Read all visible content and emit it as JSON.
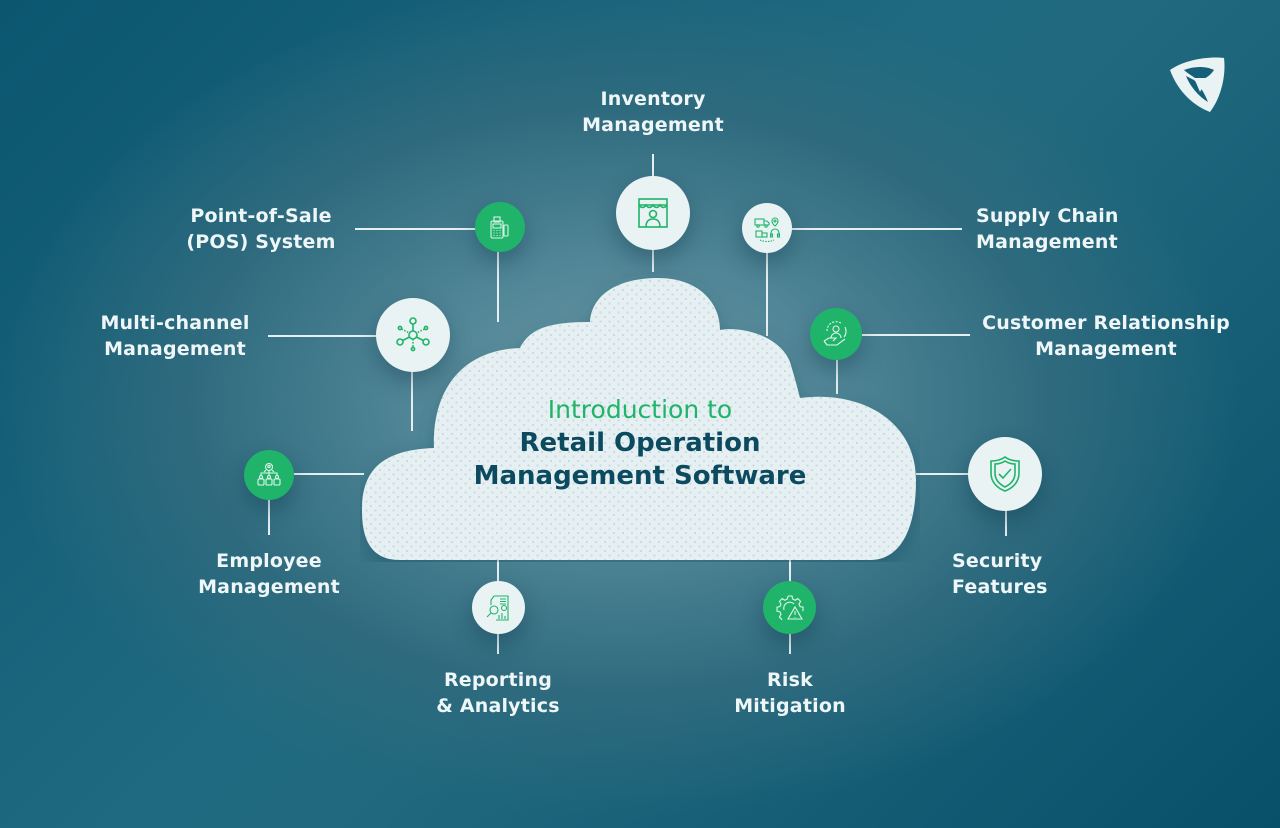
{
  "title": {
    "line1": "Introduction to",
    "line2": "Retail Operation",
    "line3": "Management Software"
  },
  "colors": {
    "background_dark": "#0b5670",
    "background_light": "#6c9aa6",
    "accent_green": "#1fb46a",
    "title_navy": "#0c4a60",
    "node_light": "#e9f3f4",
    "label_text": "#eef6f7"
  },
  "logo": {
    "icon": "brand-shield-logo-icon"
  },
  "nodes": [
    {
      "id": "inventory",
      "label_line1": "Inventory",
      "label_line2": "Management",
      "icon": "storefront-person-icon",
      "style": "light"
    },
    {
      "id": "pos",
      "label_line1": "Point-of-Sale",
      "label_line2": "(POS) System",
      "icon": "pos-terminal-icon",
      "style": "green"
    },
    {
      "id": "supply-chain",
      "label_line1": "Supply Chain",
      "label_line2": "Management",
      "icon": "supply-chain-icon",
      "style": "light"
    },
    {
      "id": "multi-channel",
      "label_line1": "Multi-channel",
      "label_line2": "Management",
      "icon": "network-hub-icon",
      "style": "light"
    },
    {
      "id": "crm",
      "label_line1": "Customer Relationship",
      "label_line2": "Management",
      "icon": "customer-hand-icon",
      "style": "green"
    },
    {
      "id": "employee",
      "label_line1": "Employee",
      "label_line2": "Management",
      "icon": "org-chart-icon",
      "style": "green"
    },
    {
      "id": "security",
      "label_line1": "Security",
      "label_line2": "Features",
      "icon": "shield-check-icon",
      "style": "light"
    },
    {
      "id": "reporting",
      "label_line1": "Reporting",
      "label_line2": "& Analytics",
      "icon": "report-magnifier-icon",
      "style": "light"
    },
    {
      "id": "risk",
      "label_line1": "Risk",
      "label_line2": "Mitigation",
      "icon": "gear-warning-icon",
      "style": "green"
    }
  ]
}
